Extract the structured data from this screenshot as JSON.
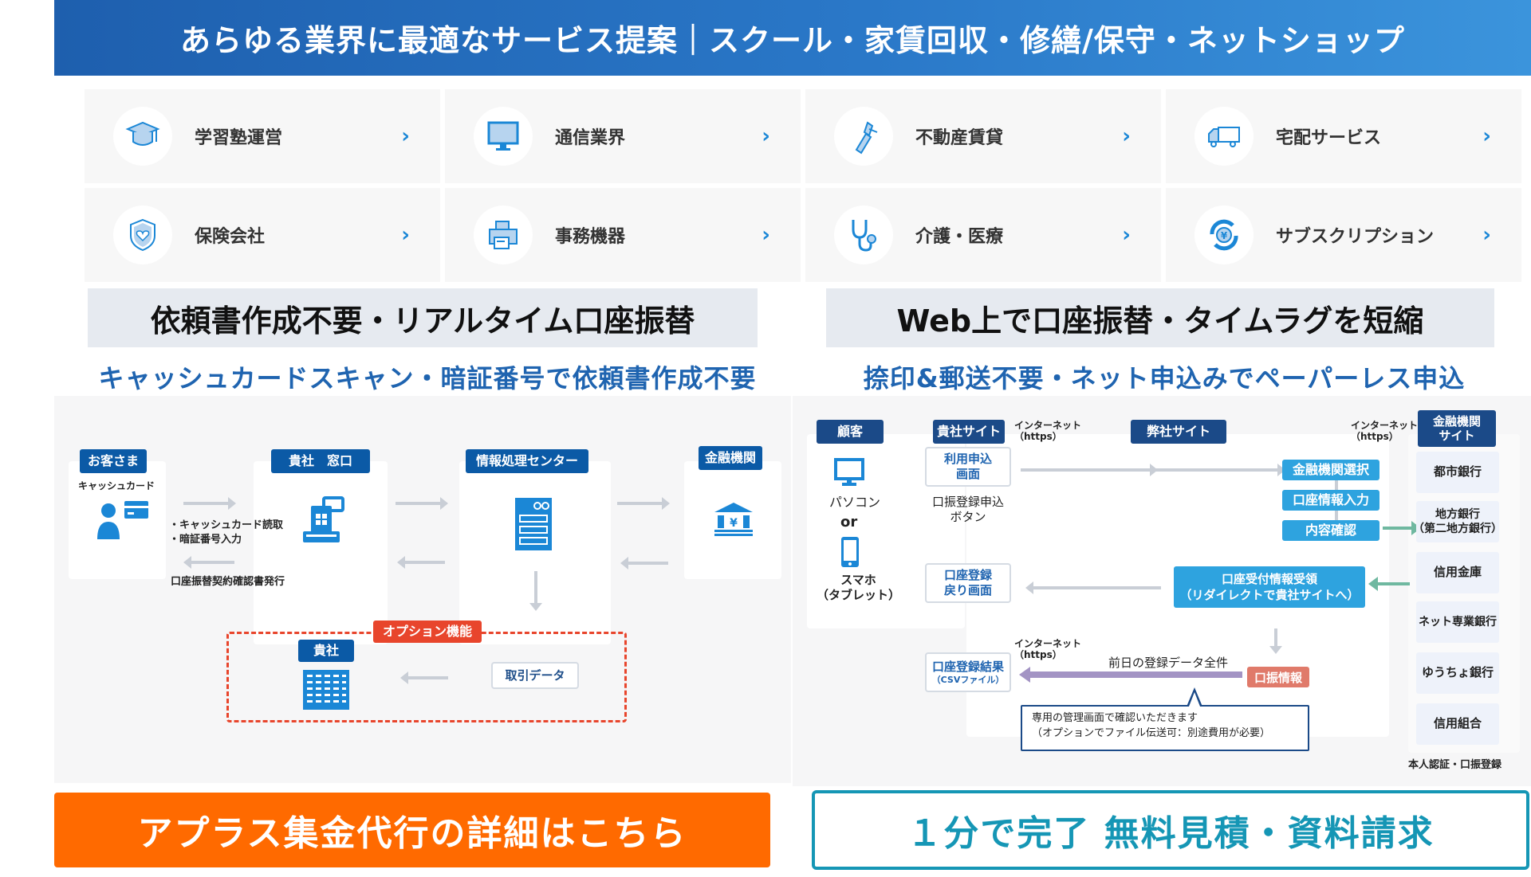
{
  "banner": {
    "title": "あらゆる業界に最適なサービス提案｜スクール・家賃回収・修繕/保守・ネットショップ"
  },
  "industries": [
    {
      "label": "学習塾運営",
      "icon": "graduation-cap-icon"
    },
    {
      "label": "通信業界",
      "icon": "monitor-icon"
    },
    {
      "label": "不動産賃貸",
      "icon": "keys-icon"
    },
    {
      "label": "宅配サービス",
      "icon": "truck-icon"
    },
    {
      "label": "保険会社",
      "icon": "shield-heart-icon"
    },
    {
      "label": "事務機器",
      "icon": "printer-icon"
    },
    {
      "label": "介護・医療",
      "icon": "stethoscope-icon"
    },
    {
      "label": "サブスクリプション",
      "icon": "yen-cycle-icon"
    }
  ],
  "chevron": "›",
  "left_section": {
    "heading": "依頼書作成不要・リアルタイム口座振替",
    "subheading": "キャッシュカードスキャン・暗証番号で依頼書作成不要",
    "diagram": {
      "customer_tag": "お客さま",
      "customer_caption": "キャッシュカード",
      "counter_tag": "貴社　窓口",
      "center_tag": "情報処理センター",
      "bank_tag": "金融機関",
      "step_lines": [
        "・キャッシュカード読取",
        "・暗証番号入力"
      ],
      "issue_text": "口座振替契約確認書発行",
      "option_label": "オプション機能",
      "company_tag": "貴社",
      "transaction_data": "取引データ"
    }
  },
  "right_section": {
    "heading": "Web上で口座振替・タイムラグを短縮",
    "subheading": "捺印&郵送不要・ネット申込みでペーパーレス申込",
    "diagram": {
      "customer_tag": "顧客",
      "pc_label": "パソコン",
      "or_label": "or",
      "phone_label": "スマホ\n（タブレット）",
      "company_site_tag": "貴社サイト",
      "internet_label": "インターネット\n（https）",
      "our_site_tag": "弊社サイト",
      "bank_site_tag": "金融機関\nサイト",
      "apply_screen": "利用申込\n画面",
      "apply_button_text": "口振登録申込\nボタン",
      "return_screen": "口座登録\n戻り画面",
      "result_title": "口座登録結果",
      "result_sub": "（CSVファイル）",
      "steps": [
        "金融機関選択",
        "口座情報入力",
        "内容確認"
      ],
      "receive_box": "口座受付情報受領\n（リダイレクトで貴社サイトへ）",
      "transfer_info": "口振情報",
      "prev_day_data": "前日の登録データ全件",
      "callout": "専用の管理画面で確認いただきます\n（オプションでファイル伝送可：別途費用が必要）",
      "banks": [
        "都市銀行",
        "地方銀行\n（第二地方銀行）",
        "信用金庫",
        "ネット専業銀行",
        "ゆうちょ銀行",
        "信用組合"
      ],
      "auth_caption": "本人認証・口振登録"
    }
  },
  "cta": {
    "details_label": "アプラス集金代行の詳細はこちら",
    "quote_label": "１分で完了 無料見積・資料請求"
  },
  "colors": {
    "banner_start": "#1e5fae",
    "banner_end": "#3b94dc",
    "accent_blue": "#1b87d6",
    "orange": "#ff6a00",
    "teal": "#1596b5",
    "option_red": "#e8452c"
  }
}
